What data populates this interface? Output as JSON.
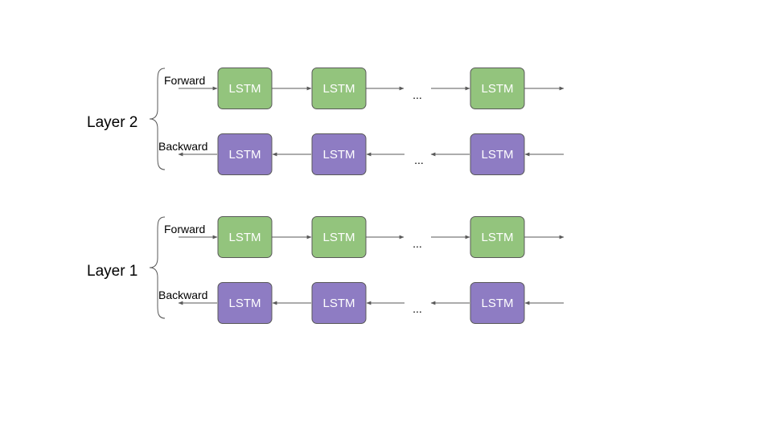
{
  "colors": {
    "forward_fill": "#93c47d",
    "backward_fill": "#8e7cc3",
    "cell_stroke": "#595959",
    "arrow": "#595959"
  },
  "cell_label": "LSTM",
  "ellipsis": "...",
  "layers": [
    {
      "label": "Layer 2",
      "forward_label": "Forward",
      "backward_label": "Backward"
    },
    {
      "label": "Layer 1",
      "forward_label": "Forward",
      "backward_label": "Backward"
    }
  ]
}
